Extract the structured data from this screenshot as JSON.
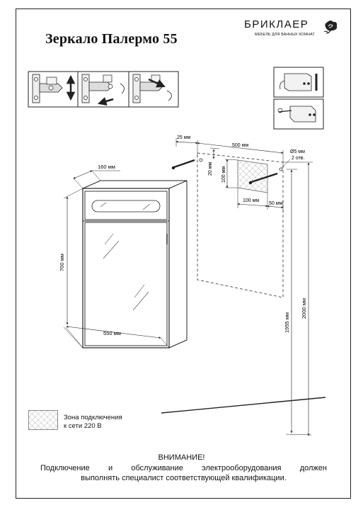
{
  "header": {
    "title": "Зеркало Палермо 55",
    "brand": "БРИКЛАЕР",
    "brand_tagline": "МЕБЕЛЬ ДЛЯ ВАННЫХ КОМНАТ",
    "brand_icon": "rose-icon"
  },
  "dimensions": {
    "cabinet_depth": "160 мм",
    "cabinet_height": "700 мм",
    "cabinet_width": "550 мм",
    "screw_offset": "25 мм",
    "mount_spacing": "500 мм",
    "hole_diameter": "Ø5 мм",
    "hole_count": "2 отв.",
    "top_offset": "20 мм",
    "zone_height": "100 мм",
    "zone_width": "100 мм",
    "zone_side_offset": "50 мм",
    "mount_height": "1955 мм",
    "total_height": "2000 мм"
  },
  "legend": {
    "line1": "Зона подключения",
    "line2": "к сети 220 В"
  },
  "warning": {
    "title": "ВНИМАНИЕ!",
    "line1_words": [
      "Подключение",
      "и",
      "обслуживание",
      "электрооборудования",
      "должен"
    ],
    "line2": "выполнять специалист соответствующей квалификации."
  }
}
